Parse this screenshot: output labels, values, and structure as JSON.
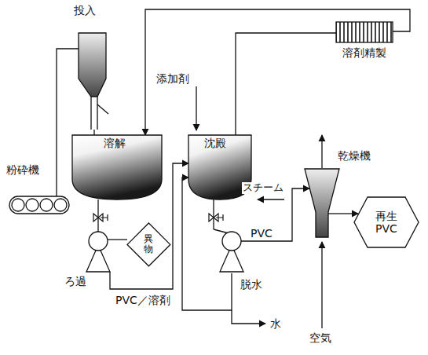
{
  "diagram": {
    "nodes": [
      {
        "text": [
          "粉砕機"
        ]
      },
      {
        "text": [
          "投入"
        ]
      },
      {
        "text": [
          "溶解"
        ]
      },
      {
        "text": [
          "ろ過"
        ]
      },
      {
        "text": [
          "異物"
        ]
      },
      {
        "text": [
          "沈殿"
        ]
      },
      {
        "text": [
          "脱水"
        ]
      },
      {
        "text": [
          "溶剤精製"
        ]
      },
      {
        "text": [
          "乾燥機"
        ]
      },
      {
        "text": [
          "再生 PVC"
        ]
      }
    ],
    "edges": [
      {
        "from": 0,
        "to": 1,
        "arrow": "none"
      },
      {
        "from": 1,
        "to": 2,
        "arrow": "none"
      },
      {
        "from": 2,
        "to": 3,
        "arrow": "none"
      },
      {
        "from": 3,
        "to": 4,
        "arrow": "none"
      },
      {
        "from": 3,
        "to": 5,
        "label": "PVC／溶剤",
        "arrow": "to"
      },
      {
        "from": 5,
        "to": 6,
        "arrow": "none"
      },
      {
        "from": 6,
        "to": 8,
        "label": "PVC",
        "arrow": "to"
      },
      {
        "from": 6,
        "to": 5,
        "arrow": "to"
      },
      {
        "from": 5,
        "to": 7,
        "arrow": "none"
      },
      {
        "from": 7,
        "to": 2,
        "arrow": "to"
      },
      {
        "from": 8,
        "to": 9,
        "arrow": "to"
      }
    ],
    "labels": [
      "添加剤",
      "スチーム",
      "水",
      "空気"
    ]
  }
}
